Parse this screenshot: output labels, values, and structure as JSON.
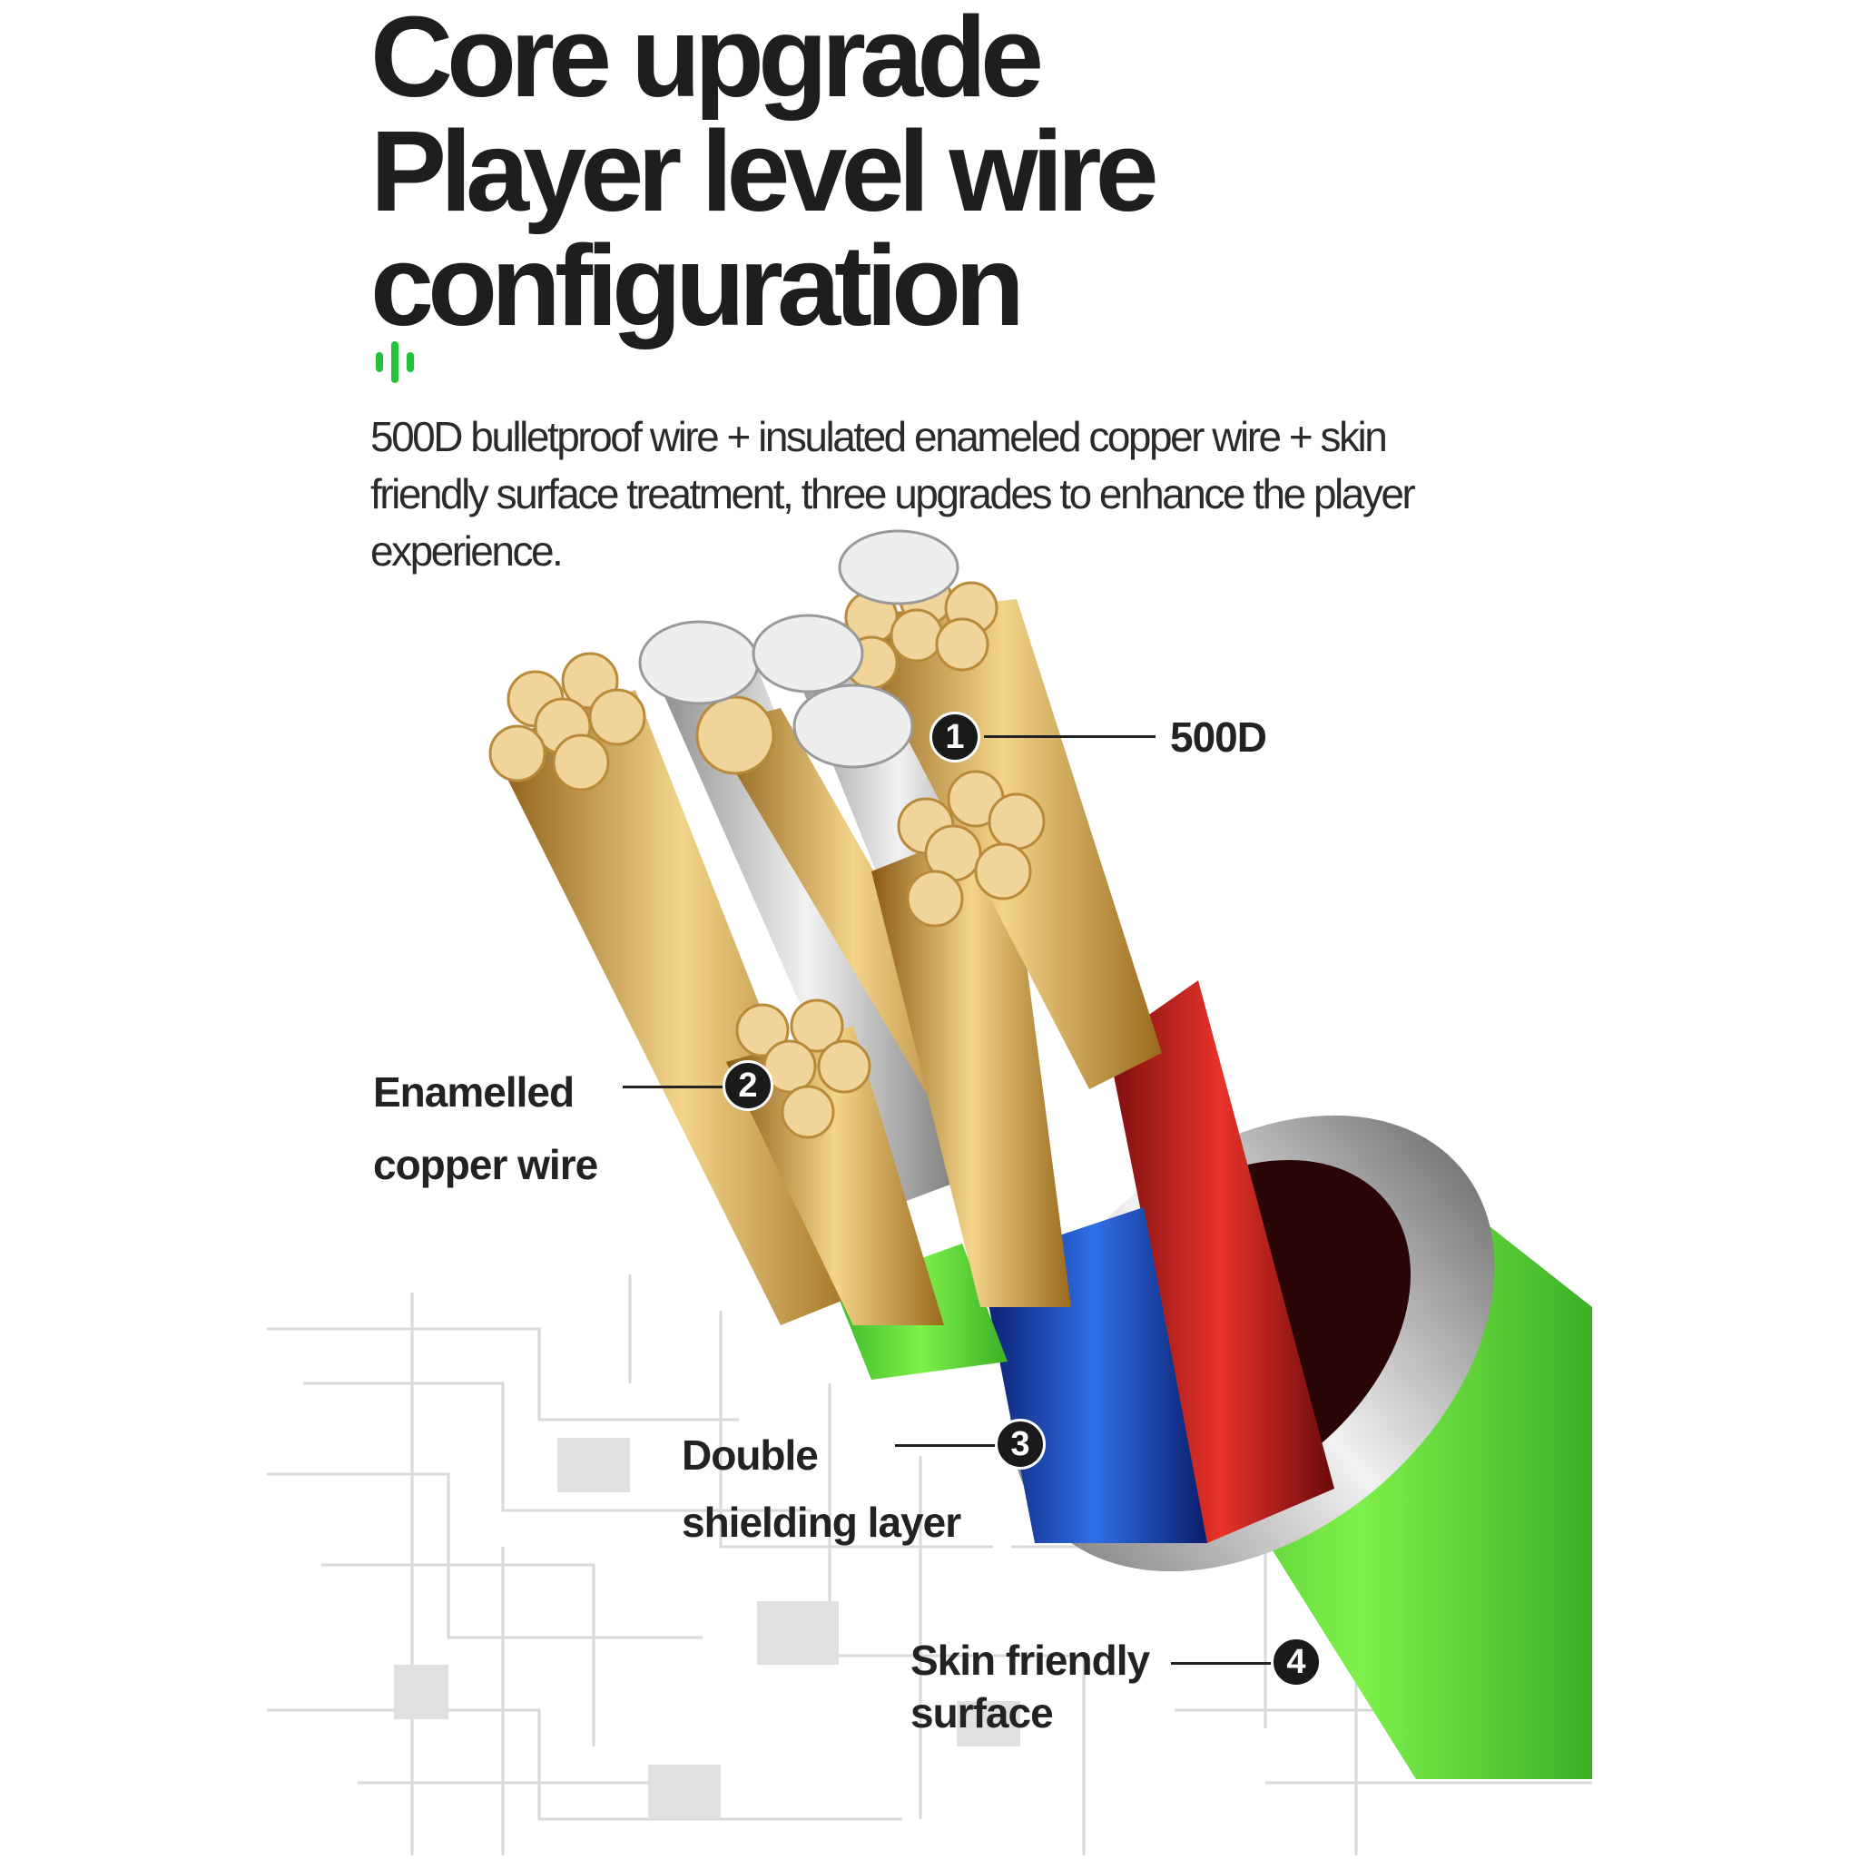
{
  "headline": [
    "Core upgrade",
    "Player level wire",
    "configuration"
  ],
  "description": "500D bulletproof wire + insulated enameled copper wire + skin friendly surface treatment, three upgrades to enhance the player experience.",
  "accent_color": "#22c33a",
  "callouts": [
    {
      "number": "1",
      "label_lines": [
        "500D"
      ]
    },
    {
      "number": "2",
      "label_lines": [
        "Enamelled",
        "copper wire"
      ]
    },
    {
      "number": "3",
      "label_lines": [
        "Double",
        "shielding layer"
      ]
    },
    {
      "number": "4",
      "label_lines": [
        "Skin friendly",
        "surface"
      ]
    }
  ]
}
